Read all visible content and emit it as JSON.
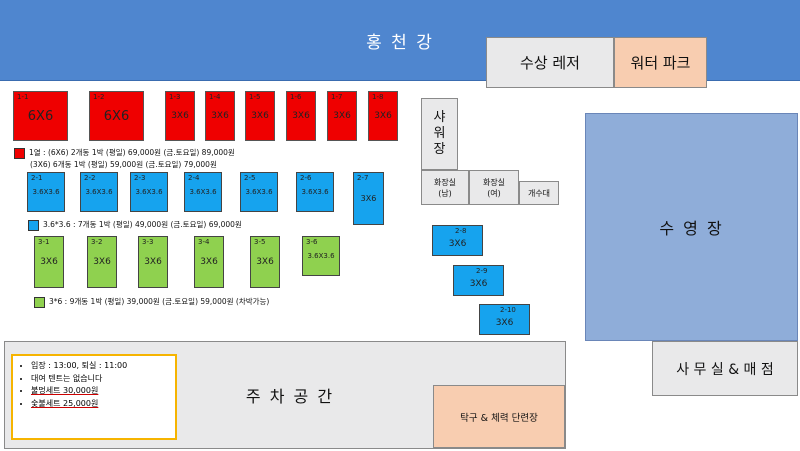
{
  "river": {
    "label": "홍 천 강"
  },
  "water_leisure": {
    "label": "수상 레저"
  },
  "water_park": {
    "label": "워터 파크"
  },
  "shower": {
    "label": "샤\n워\n장"
  },
  "restroom_male": {
    "label": "화장실\n(남)"
  },
  "restroom_female": {
    "label": "화장실\n(여)"
  },
  "sink": {
    "label": "개수대"
  },
  "pool": {
    "label": "수 영 장"
  },
  "office": {
    "label": "사 무 실 & 매 점"
  },
  "parking": {
    "label": "주 차 공 간"
  },
  "ping_pong": {
    "label": "탁구 & 체력 단련장"
  },
  "row1": {
    "color": "#ef0000",
    "sites": [
      {
        "id": "1-1",
        "size": "6X6"
      },
      {
        "id": "1-2",
        "size": "6X6"
      },
      {
        "id": "1-3",
        "size": "3X6"
      },
      {
        "id": "1-4",
        "size": "3X6"
      },
      {
        "id": "1-5",
        "size": "3X6"
      },
      {
        "id": "1-6",
        "size": "3X6"
      },
      {
        "id": "1-7",
        "size": "3X6"
      },
      {
        "id": "1-8",
        "size": "3X6"
      }
    ],
    "legend_line1": "1열 : (6X6) 2개동 1박 (평일) 69,000원 (금.토요일) 89,000원",
    "legend_line2": "(3X6) 6개동 1박 (평일) 59,000원 (금.토요일) 79,000원"
  },
  "row2": {
    "color": "#16a3ee",
    "sites": [
      {
        "id": "2-1",
        "size": "3.6X3.6"
      },
      {
        "id": "2-2",
        "size": "3.6X3.6"
      },
      {
        "id": "2-3",
        "size": "3.6X3.6"
      },
      {
        "id": "2-4",
        "size": "3.6X3.6"
      },
      {
        "id": "2-5",
        "size": "3.6X3.6"
      },
      {
        "id": "2-6",
        "size": "3.6X3.6"
      },
      {
        "id": "2-7",
        "size": "3X6"
      },
      {
        "id": "2-8",
        "size": "3X6"
      },
      {
        "id": "2-9",
        "size": "3X6"
      },
      {
        "id": "2-10",
        "size": "3X6"
      }
    ],
    "legend": "3.6*3.6 : 7개동 1박 (평일) 49,000원 (금.토요일) 69,000원"
  },
  "row3": {
    "color": "#8fd14f",
    "sites": [
      {
        "id": "3-1",
        "size": "3X6"
      },
      {
        "id": "3-2",
        "size": "3X6"
      },
      {
        "id": "3-3",
        "size": "3X6"
      },
      {
        "id": "3-4",
        "size": "3X6"
      },
      {
        "id": "3-5",
        "size": "3X6"
      },
      {
        "id": "3-6",
        "size": "3.6X3.6"
      }
    ],
    "legend": "3*6 : 9개동 1박 (평일) 39,000원 (금.토요일) 59,000원 (차박가능)"
  },
  "info": {
    "items": [
      "입장 : 13:00,  퇴실 : 11:00",
      "대여 텐트는 없습니다",
      "불멍세트 30,000원",
      "숯불세트 25,000원"
    ]
  }
}
